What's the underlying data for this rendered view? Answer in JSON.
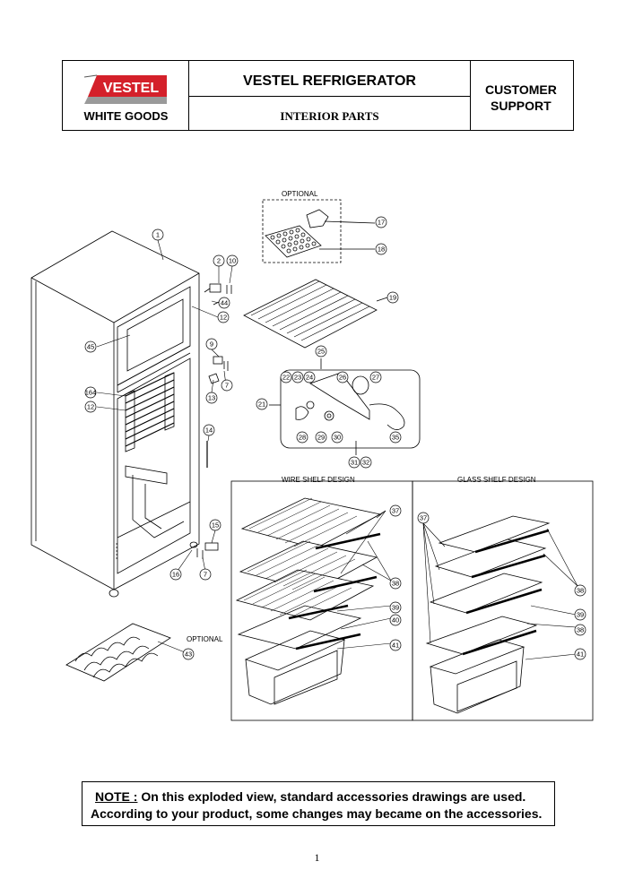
{
  "header": {
    "brand_logo_text": "VESTEL",
    "brand_division": "WHITE GOODS",
    "title": "VESTEL REFRIGERATOR",
    "subtitle": "INTERIOR PARTS",
    "support_line1": "CUSTOMER",
    "support_line2": "SUPPORT"
  },
  "labels": {
    "optional_top": "OPTIONAL",
    "optional_bottom": "OPTIONAL",
    "wire_shelf_design": "WIRE SHELF DESIGN",
    "glass_shelf_design": "GLASS SHELF DESIGN"
  },
  "part_numbers": {
    "p1": "1",
    "p2": "2",
    "p10": "10",
    "p44": "44",
    "p12a": "12",
    "p45": "45",
    "p9": "9",
    "p7a": "7",
    "p164": "164",
    "p12b": "12",
    "p13": "13",
    "p14": "14",
    "p15": "15",
    "p16": "16",
    "p7b": "7",
    "p17": "17",
    "p18": "18",
    "p19": "19",
    "p25": "25",
    "p22": "22",
    "p23": "23",
    "p24": "24",
    "p26": "26",
    "p27": "27",
    "p21": "21",
    "p28": "28",
    "p29": "29",
    "p30": "30",
    "p35": "35",
    "p31": "31",
    "p32": "32",
    "w37": "37",
    "w38": "38",
    "w39": "39",
    "w40": "40",
    "w41": "41",
    "g37": "37",
    "g38a": "38",
    "g39": "39",
    "g38b": "38",
    "g41": "41",
    "p43": "43"
  },
  "note": {
    "key": "NOTE :",
    "line1": " On this exploded view, standard accessories drawings are used.",
    "line2": "According to your product, some changes may became on the accessories."
  },
  "page_number": "1",
  "colors": {
    "logo_red": "#d4202a",
    "logo_grey": "#9a9a9a",
    "line": "#000000"
  }
}
